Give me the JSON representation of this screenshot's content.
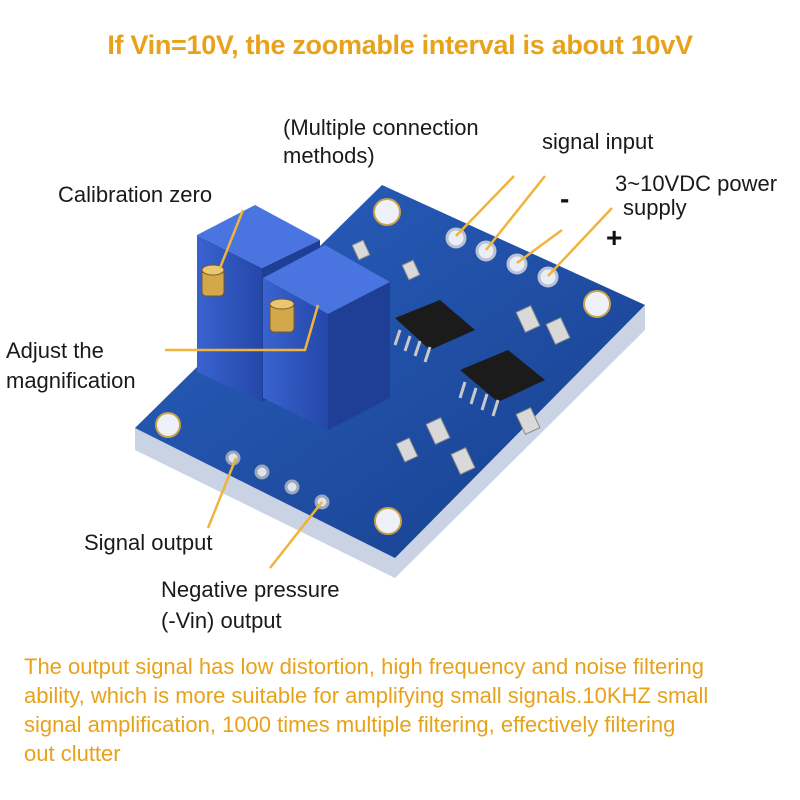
{
  "title": "If Vin=10V, the zoomable interval is about 10vV",
  "labels": {
    "multiple_line1": "(Multiple connection",
    "multiple_line2": "methods)",
    "signal_input": "signal input",
    "minus": "-",
    "power_line1": "3~10VDC power",
    "power_line2": "supply",
    "plus": "+",
    "calibration_zero": "Calibration zero",
    "adjust_line1": "Adjust the",
    "adjust_line2": "magnification",
    "signal_output": "Signal output",
    "negative_line1": "Negative pressure",
    "negative_line2": "(-Vin) output"
  },
  "description": [
    "The output signal has low distortion, high frequency and noise filtering",
    " ability, which is more suitable for amplifying small signals.10KHZ small",
    "signal amplification, 1000 times multiple filtering, effectively filtering",
    "out clutter"
  ],
  "colors": {
    "accent": "#e8a21a",
    "pcb": "#1d4fa8",
    "potentiometer": "#2f56c4",
    "leader_line": "#f0b43a"
  }
}
